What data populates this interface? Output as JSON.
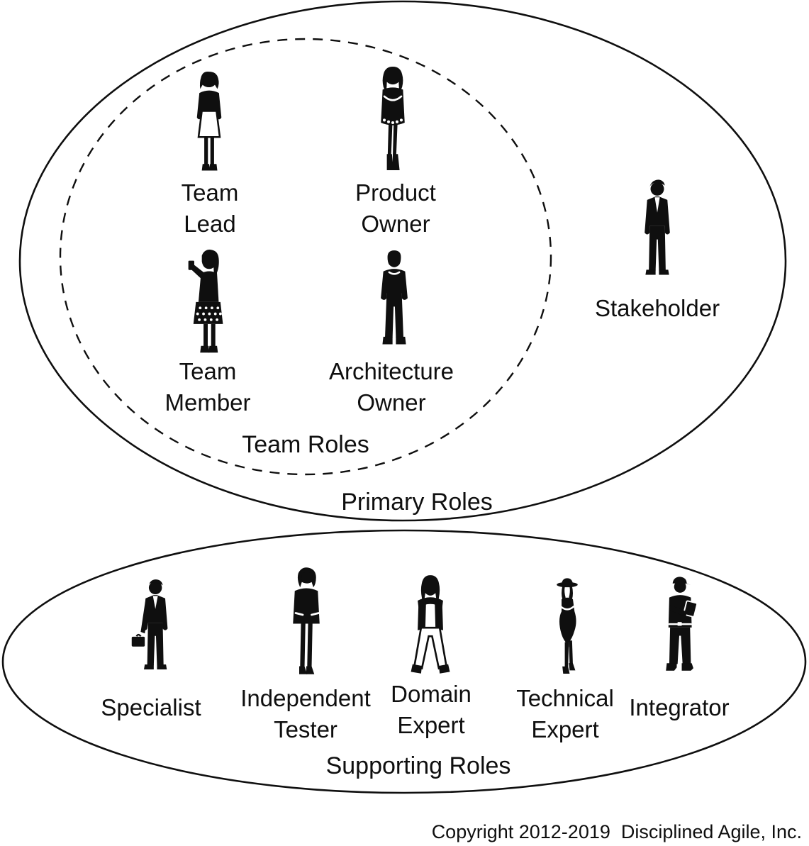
{
  "canvas": {
    "background": "#ffffff",
    "ink": "#0f0f0f"
  },
  "primary": {
    "label": "Primary Roles",
    "team": {
      "label": "Team Roles",
      "roles": [
        {
          "name": "Team Lead",
          "lines": [
            "Team",
            "Lead"
          ],
          "icon": "woman-white-skirt-silhouette"
        },
        {
          "name": "Product Owner",
          "lines": [
            "Product",
            "Owner"
          ],
          "icon": "woman-arms-crossed-silhouette"
        },
        {
          "name": "Team Member",
          "lines": [
            "Team",
            "Member"
          ],
          "icon": "woman-holding-phone-silhouette"
        },
        {
          "name": "Architecture Owner",
          "lines": [
            "Architecture",
            "Owner"
          ],
          "icon": "man-casual-silhouette"
        }
      ]
    },
    "roles": [
      {
        "name": "Stakeholder",
        "lines": [
          "Stakeholder"
        ],
        "icon": "man-suit-silhouette"
      }
    ]
  },
  "supporting": {
    "label": "Supporting Roles",
    "roles": [
      {
        "name": "Specialist",
        "lines": [
          "Specialist"
        ],
        "icon": "man-briefcase-silhouette"
      },
      {
        "name": "Independent Tester",
        "lines": [
          "Independent",
          "Tester"
        ],
        "icon": "woman-pantsuit-silhouette"
      },
      {
        "name": "Domain Expert",
        "lines": [
          "Domain",
          "Expert"
        ],
        "icon": "woman-jacket-white-pants-silhouette"
      },
      {
        "name": "Technical Expert",
        "lines": [
          "Technical",
          "Expert"
        ],
        "icon": "woman-hat-silhouette"
      },
      {
        "name": "Integrator",
        "lines": [
          "Integrator"
        ],
        "icon": "man-clipboard-silhouette"
      }
    ]
  },
  "footer": {
    "copyright": "Copyright 2012-2019  Disciplined Agile, Inc."
  }
}
